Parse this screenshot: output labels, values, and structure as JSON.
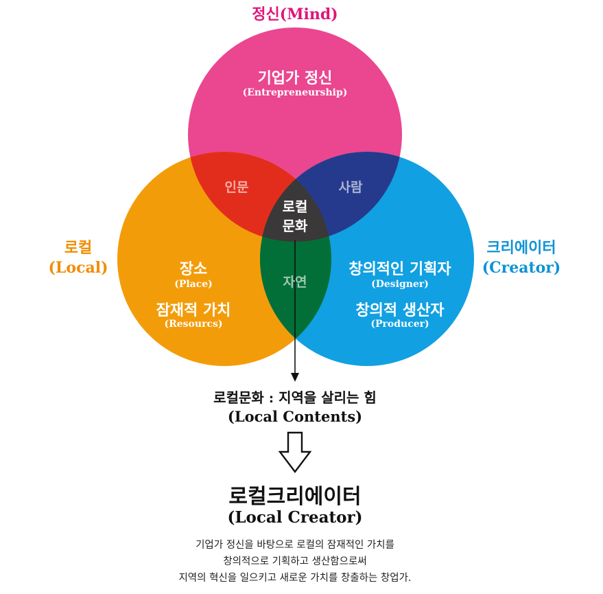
{
  "colors": {
    "mind": "#ea4790",
    "local": "#f39c0a",
    "creator": "#11a0e2",
    "mind_local": "#e32d1c",
    "mind_creator": "#263a8d",
    "local_creator": "#036f38",
    "center": "#3a3838"
  },
  "mind": {
    "label": "정신(Mind)",
    "title": "기업가 정신",
    "subtitle": "(Entrepreneurship)"
  },
  "local": {
    "label_ko": "로컬",
    "label_en": "(Local)",
    "item1_title": "장소",
    "item1_sub": "(Place)",
    "item2_title": "잠재적 가치",
    "item2_sub": "(Resourcs)"
  },
  "creator": {
    "label_ko": "크리에이터",
    "label_en": "(Creator)",
    "item1_title": "창의적인 기획자",
    "item1_sub": "(Designer)",
    "item2_title": "창의적 생산자",
    "item2_sub": "(Producer)"
  },
  "overlaps": {
    "mind_local": "인문",
    "mind_creator": "사람",
    "local_creator": "자연",
    "center_line1": "로컬",
    "center_line2": "문화"
  },
  "result": {
    "label": "로컬문화 : 지역을 살리는 힘",
    "label_en": "(Local Contents)"
  },
  "conclusion": {
    "title": "로컬크리에이터",
    "title_en": "(Local Creator)",
    "line1": "기업가 정신을 바탕으로 로컬의 잠재적인 가치를",
    "line2": "창의적으로 기획하고 생산함으로써",
    "line3": "지역의 혁신을 일으키고 새로운 가치를 창출하는 창업가."
  },
  "icons": {
    "arrow": "arrow-down-line-icon",
    "hollow_arrow": "hollow-down-arrow-icon"
  }
}
